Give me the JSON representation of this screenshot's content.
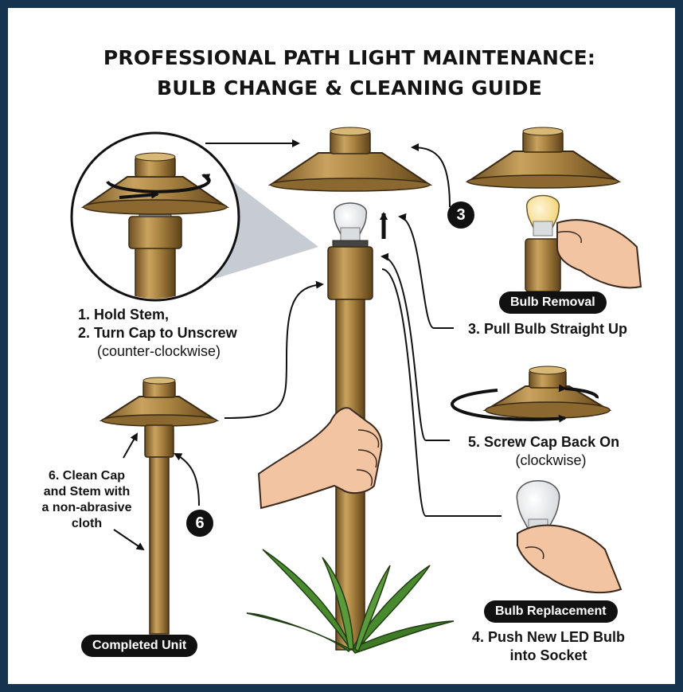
{
  "title": {
    "line1": "PROFESSIONAL PATH LIGHT MAINTENANCE:",
    "line2": "BULB CHANGE & CLEANING GUIDE"
  },
  "labels": {
    "step1": "1. Hold Stem,",
    "step2": "2. Turn Cap to Unscrew",
    "step2_note": "(counter-clockwise)",
    "step3": "3. Pull Bulb Straight Up",
    "step4_line1": "4. Push New LED Bulb",
    "step4_line2": "into Socket",
    "step5": "5. Screw Cap Back On",
    "step5_note": "(clockwise)",
    "step6_line1": "6. Clean Cap",
    "step6_line2": "and Stem with",
    "step6_line3": "a non-abrasive",
    "step6_line4": "cloth"
  },
  "badges": {
    "bulb_removal": "Bulb Removal",
    "bulb_replacement": "Bulb Replacement",
    "completed_unit": "Completed Unit"
  },
  "step_numbers": {
    "three": "3",
    "six": "6"
  },
  "colors": {
    "frame": "#16344f",
    "brass": "#b08a48",
    "brass_dark": "#7a5a2a",
    "skin": "#f2c4a2",
    "leaf": "#4a8a2e",
    "ink": "#141414"
  }
}
